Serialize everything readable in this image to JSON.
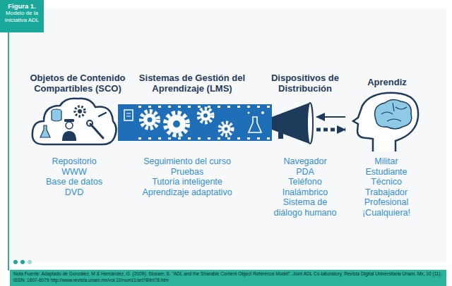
{
  "diagram": {
    "caption": "Nota Fuente: Adaptado de González, M & Hernández, G. (2009). Slosser, S. “ADL and the Sharable Content Object Reference Model”. Joint ADL Co-laboratory. Revista Digital Universitaria Unam. Mx, 10 (11). ISSN: 1607-6079 http://www.revista.unam.mx/vol.10/num11/art78/int78.htm",
    "nodes": [
      {
        "text": [
          "Figura 1.",
          "Modelo de la Iniciativa ADL"
        ]
      },
      {
        "text": [
          "Objetos de Contenido Compartibles (SCO)",
          "Repositorio",
          "WWW",
          "Base de datos",
          "DVD"
        ]
      },
      {
        "text": [
          "Sistemas de Gestión del Aprendizaje (LMS)",
          "Seguimiento del curso",
          "Pruebas",
          "Tutoría inteligente",
          "Aprendizaje adaptativo"
        ]
      },
      {
        "text": [
          "Dispositivos de Distribución",
          "Navegador",
          "PDA",
          "Teléfono",
          "Inalámbrico",
          "Sistema de diálogo humano"
        ]
      },
      {
        "text": [
          "Aprendiz",
          "Militar",
          "Estudiante",
          "Técnico",
          "Trabajador",
          "Profesional",
          "¡Cualquiera!"
        ]
      }
    ],
    "edges": [
      {
        "from": 3,
        "to": 4,
        "arrow": "to"
      },
      {
        "from": 4,
        "to": 3,
        "arrow": "to"
      }
    ]
  }
}
